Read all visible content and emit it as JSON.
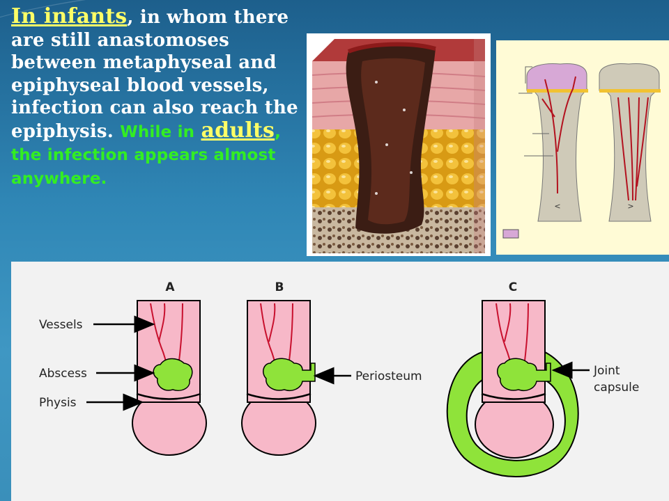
{
  "text": {
    "infants": "In infants",
    "line1_rest": ", in whom there are  still anastomoses between metaphyseal and epiphyseal blood vessels, infection can also reach the epiphysis.",
    "while_in": "While in",
    "adults": "adults",
    "comma": ",",
    "green_rest": "the infection appears almost anywhere."
  },
  "diagram": {
    "panel_a": "A",
    "panel_b": "B",
    "panel_c": "C",
    "vessels": "Vessels",
    "abscess": "Abscess",
    "physis": "Physis",
    "periosteum": "Periosteum",
    "joint": "Joint",
    "capsule": "capsule"
  },
  "bone_figure": {
    "left_arrow": "<",
    "right_arrow": ">"
  },
  "colors": {
    "bone_pink": "#f7b8c8",
    "abscess_green": "#8fe33a",
    "vessel_red": "#c8102e",
    "headline_yellow": "#ffff66",
    "text_green": "#33ee22"
  }
}
